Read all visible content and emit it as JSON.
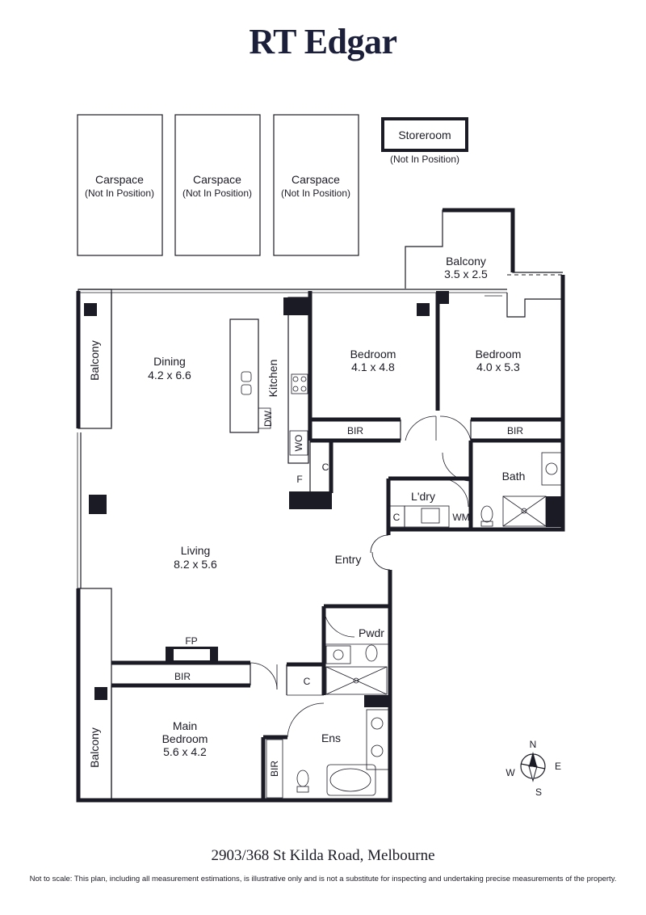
{
  "brand": "RT Edgar",
  "carspaces": [
    {
      "label": "Carspace",
      "note": "(Not In Position)"
    },
    {
      "label": "Carspace",
      "note": "(Not In Position)"
    },
    {
      "label": "Carspace",
      "note": "(Not In Position)"
    }
  ],
  "storeroom": {
    "label": "Storeroom",
    "note": "(Not In Position)"
  },
  "rooms": {
    "balcony_top": {
      "name": "Balcony",
      "size": "3.5 x 2.5"
    },
    "dining": {
      "name": "Dining",
      "size": "4.2 x 6.6"
    },
    "kitchen": {
      "name": "Kitchen"
    },
    "bedroom1": {
      "name": "Bedroom",
      "size": "4.1 x 4.8"
    },
    "bedroom2": {
      "name": "Bedroom",
      "size": "4.0 x 5.3"
    },
    "living": {
      "name": "Living",
      "size": "8.2 x 5.6"
    },
    "main_bedroom": {
      "name1": "Main",
      "name2": "Bedroom",
      "size": "5.6 x 4.2"
    },
    "balcony_left_top": {
      "name": "Balcony"
    },
    "balcony_left_bottom": {
      "name": "Balcony"
    },
    "bath": {
      "name": "Bath"
    },
    "laundry": {
      "name": "L'dry"
    },
    "entry": {
      "name": "Entry"
    },
    "powder": {
      "name": "Pwdr"
    },
    "ensuite": {
      "name": "Ens"
    }
  },
  "fixtures": {
    "dw": "DW",
    "wo": "WO",
    "f": "F",
    "c_kitchen": "C",
    "bir_bed1": "BIR",
    "bir_bed2": "BIR",
    "bir_main": "BIR",
    "bir_ens": "BIR",
    "fp": "FP",
    "c_laundry": "C",
    "wm": "WM",
    "c_ens": "C"
  },
  "compass": {
    "n": "N",
    "s": "S",
    "e": "E",
    "w": "W"
  },
  "address": "2903/368 St Kilda Road, Melbourne",
  "disclaimer": "Not to scale: This plan, including all measurement estimations, is illustrative only and is not a substitute for inspecting and undertaking precise measurements of the property."
}
